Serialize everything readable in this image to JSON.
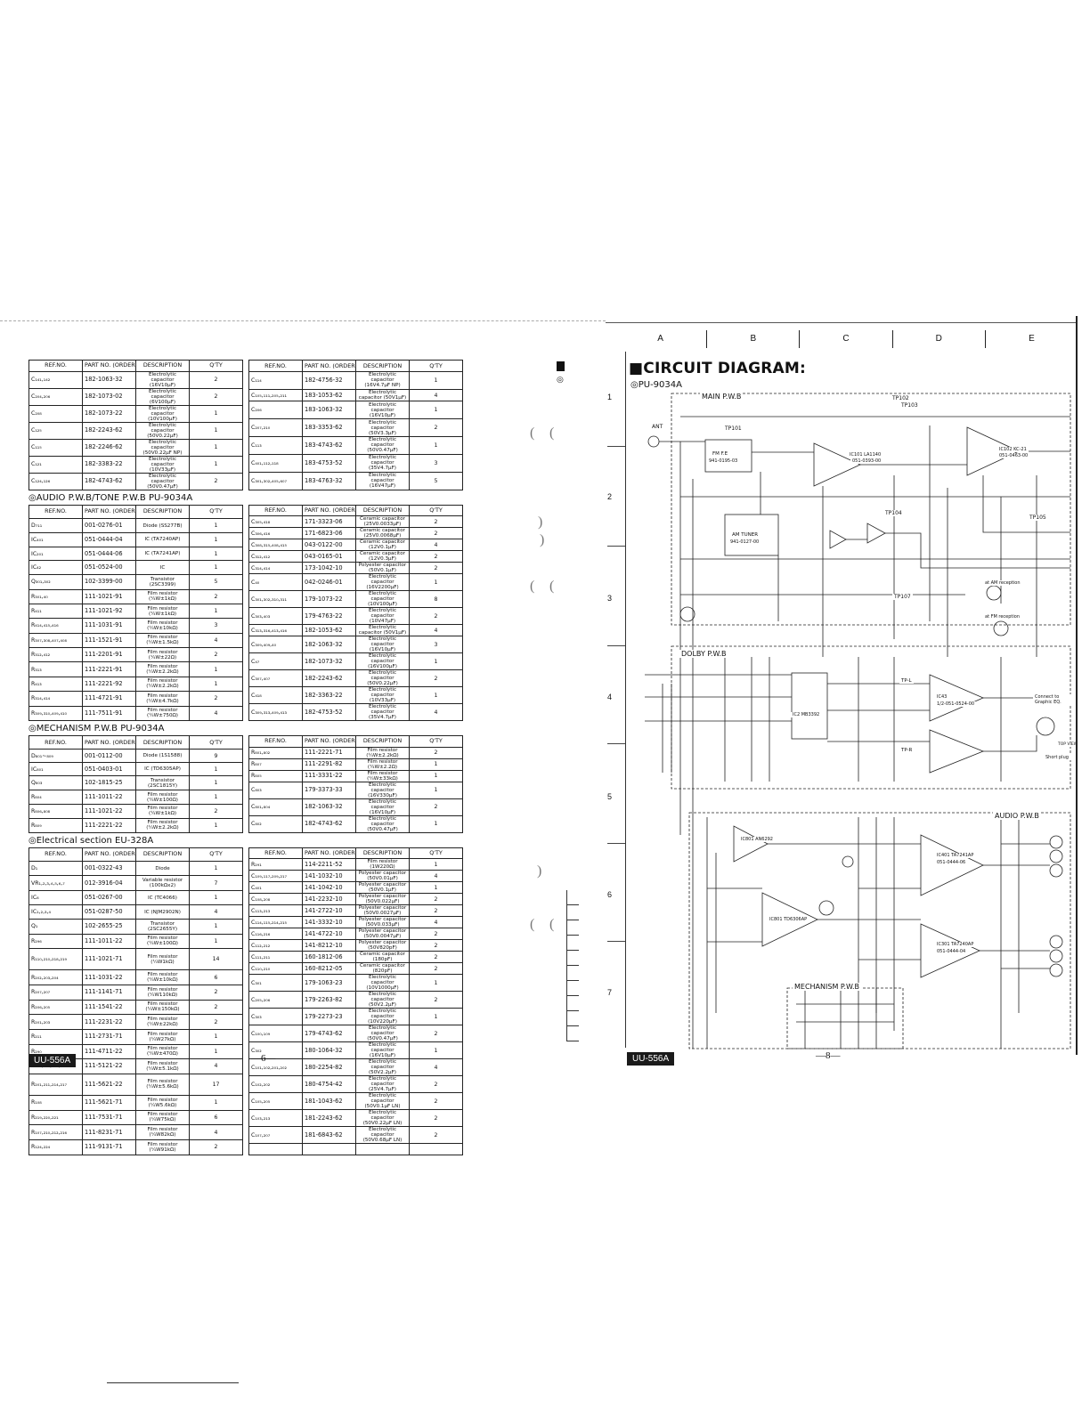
{
  "headers": [
    "REF.NO.",
    "PART NO. (ORDER NO.)",
    "DESCRIPTION",
    "Q'TY"
  ],
  "top_table": {
    "left": [
      {
        "ref": "C₁₄₁,₁₄₂",
        "part": "182-1063-32",
        "desc": "Electrolytic capacitor (16V10μF)",
        "qty": "2"
      },
      {
        "ref": "C₂₀₄,₂₀₆",
        "part": "182-1073-02",
        "desc": "Electrolytic capacitor (6V100μF)",
        "qty": "2"
      },
      {
        "ref": "C₂₀₈",
        "part": "182-1073-22",
        "desc": "Electrolytic capacitor (10V100μF)",
        "qty": "1"
      },
      {
        "ref": "C₁₂₅",
        "part": "182-2243-62",
        "desc": "Electrolytic capacitor (50V0.22μF)",
        "qty": "1"
      },
      {
        "ref": "C₁₁₅",
        "part": "182-2246-62",
        "desc": "Electrolytic capacitor (50V0.22μF NP)",
        "qty": "1"
      },
      {
        "ref": "C₁₂₁",
        "part": "182-3383-22",
        "desc": "Electrolytic capacitor (10V33μF)",
        "qty": "1"
      },
      {
        "ref": "C₁₂₄,₁₂₆",
        "part": "182-4743-62",
        "desc": "Electrolytic capacitor (50V0.47μF)",
        "qty": "2"
      }
    ],
    "right": [
      {
        "ref": "C₁₁₄",
        "part": "182-4756-32",
        "desc": "Electrolytic capacitor (16V4.7μF NP)",
        "qty": "1"
      },
      {
        "ref": "C₁₀₅,₁₁₁,₂₀₅,₂₁₁",
        "part": "183-1053-62",
        "desc": "Electrolytic capacitor (50V1μF)",
        "qty": "4"
      },
      {
        "ref": "C₂₀₆",
        "part": "183-1063-32",
        "desc": "Electrolytic capacitor (16V10μF)",
        "qty": "1"
      },
      {
        "ref": "C₂₀₇,₂₁₀",
        "part": "183-3353-62",
        "desc": "Electrolytic capacitor (50V3.3μF)",
        "qty": "2"
      },
      {
        "ref": "C₁₁₃",
        "part": "183-4743-62",
        "desc": "Electrolytic capacitor (50V0.47μF)",
        "qty": "1"
      },
      {
        "ref": "C₄₀₁,₁₁₂,₁₁₈",
        "part": "183-4753-52",
        "desc": "Electrolytic capacitor (35V4.7μF)",
        "qty": "3"
      },
      {
        "ref": "C₃₀₁,₃₀₂,₄₀₅,₆₀₇",
        "part": "183-4763-32",
        "desc": "Electrolytic capacitor (16V47μF)",
        "qty": "5"
      }
    ]
  },
  "sections": [
    {
      "title": "◎AUDIO P.W.B/TONE P.W.B PU-9034A",
      "left": [
        {
          "ref": "D₇₁₁",
          "part": "001-0276-01",
          "desc": "Diode (SS277B)",
          "qty": "1"
        },
        {
          "ref": "IC₄₀₁",
          "part": "051-0444-04",
          "desc": "IC (TA7240AP)",
          "qty": "1"
        },
        {
          "ref": "IC₂₀₁",
          "part": "051-0444-06",
          "desc": "IC (TA7241AP)",
          "qty": "1"
        },
        {
          "ref": "IC₄₂",
          "part": "051-0524-00",
          "desc": "IC",
          "qty": "1"
        },
        {
          "ref": "Q₃₀₁,₃₀₂",
          "part": "102-3399-00",
          "desc": "Transistor (2SC3399)",
          "qty": "5"
        },
        {
          "ref": "R₃₀₁,₄₀",
          "part": "111-1021-91",
          "desc": "Film resistor (¼W±1kΩ)",
          "qty": "2"
        },
        {
          "ref": "R₄₁₁",
          "part": "111-1021-92",
          "desc": "Film resistor (¼W±1kΩ)",
          "qty": "1"
        },
        {
          "ref": "R₄₁₄,₄₁₅,₄₁₆",
          "part": "111-1031-91",
          "desc": "Film resistor (¼W±10kΩ)",
          "qty": "3"
        },
        {
          "ref": "R₃₀₇,₃₀₈,₄₀₇,₄₀₈",
          "part": "111-1521-91",
          "desc": "Film resistor (¼W±1.5kΩ)",
          "qty": "4"
        },
        {
          "ref": "R₃₁₂,₄₁₂",
          "part": "111-2201-91",
          "desc": "Film resistor (¼W±22Ω)",
          "qty": "2"
        },
        {
          "ref": "R₃₁₃",
          "part": "111-2221-91",
          "desc": "Film resistor (¼W±2.2kΩ)",
          "qty": "1"
        },
        {
          "ref": "R₄₁₃",
          "part": "111-2221-92",
          "desc": "Film resistor (¼W±2.2kΩ)",
          "qty": "1"
        },
        {
          "ref": "R₃₁₄,₄₁₄",
          "part": "111-4721-91",
          "desc": "Film resistor (¼W±4.7kΩ)",
          "qty": "2"
        },
        {
          "ref": "R₃₀₉,₃₁₀,₄₀₉,₄₁₀",
          "part": "111-7511-91",
          "desc": "Film resistor (¼W±750Ω)",
          "qty": "4"
        }
      ],
      "right": [
        {
          "ref": "C₃₀₅,₄₁₈",
          "part": "171-3323-06",
          "desc": "Ceramic capacitor (25V0.0033μF)",
          "qty": "2"
        },
        {
          "ref": "C₃₀₆,₄₁₆",
          "part": "171-6823-06",
          "desc": "Ceramic capacitor (25V0.0068μF)",
          "qty": "2"
        },
        {
          "ref": "C₃₀₈,₃₁₅,₄₀₈,₄₁₅",
          "part": "043-0122-00",
          "desc": "Ceramic capacitor (12V0.1μF)",
          "qty": "4"
        },
        {
          "ref": "C₃₁₂,₄₁₂",
          "part": "043-0165-01",
          "desc": "Ceramic capacitor (12V0.3μF)",
          "qty": "2"
        },
        {
          "ref": "C₃₁₄,₄₁₄",
          "part": "173-1042-10",
          "desc": "Polyester capacitor (50V0.1μF)",
          "qty": "2"
        },
        {
          "ref": "C₄₀",
          "part": "042-0246-01",
          "desc": "Electrolytic capacitor (16V2200μF)",
          "qty": "1"
        },
        {
          "ref": "C₃₀₁,₃₀₂,₃₁₀,₃₁₁",
          "part": "179-1073-22",
          "desc": "Electrolytic capacitor (10V100μF)",
          "qty": "8"
        },
        {
          "ref": "C₃₀₃,₄₀₃",
          "part": "179-4763-22",
          "desc": "Electrolytic capacitor (10V47μF)",
          "qty": "2"
        },
        {
          "ref": "C₃₁₃,₃₁₆,₄₁₃,₄₁₆",
          "part": "182-1053-62",
          "desc": "Electrolytic capacitor (50V1μF)",
          "qty": "4"
        },
        {
          "ref": "C₃₀₉,₄₀₉,₄₀",
          "part": "182-1063-32",
          "desc": "Electrolytic capacitor (16V10μF)",
          "qty": "3"
        },
        {
          "ref": "C₄₇",
          "part": "182-1073-32",
          "desc": "Electrolytic capacitor (16V100μF)",
          "qty": "1"
        },
        {
          "ref": "C₃₀₇,₄₀₇",
          "part": "182-2243-62",
          "desc": "Electrolytic capacitor (50V0.22μF)",
          "qty": "2"
        },
        {
          "ref": "C₄₁₈",
          "part": "182-3363-22",
          "desc": "Electrolytic capacitor (10V33μF)",
          "qty": "1"
        },
        {
          "ref": "C₃₀₉,₃₁₃,₄₀₉,₄₁₃",
          "part": "182-4753-52",
          "desc": "Electrolytic capacitor (35V4.7μF)",
          "qty": "4"
        }
      ]
    },
    {
      "title": "◎MECHANISM P.W.B PU-9034A",
      "left": [
        {
          "ref": "D₈₀₁~₈₀₉",
          "part": "001-0112-00",
          "desc": "Diode (1S1588)",
          "qty": "9"
        },
        {
          "ref": "IC₈₀₁",
          "part": "051-0403-01",
          "desc": "IC (TD6305AP)",
          "qty": "1"
        },
        {
          "ref": "Q₈₀₃",
          "part": "102-1815-25",
          "desc": "Transistor (2SC1815Y)",
          "qty": "1"
        },
        {
          "ref": "R₈₀₄",
          "part": "111-1011-22",
          "desc": "Film resistor (¼W±100Ω)",
          "qty": "1"
        },
        {
          "ref": "R₈₀₆,₈₀₈",
          "part": "111-1021-22",
          "desc": "Film resistor (¼W±1kΩ)",
          "qty": "2"
        },
        {
          "ref": "R₈₀₉",
          "part": "111-2221-22",
          "desc": "Film resistor (¼W±2.2kΩ)",
          "qty": "1"
        }
      ],
      "right": [
        {
          "ref": "R₈₀₁,₈₀₂",
          "part": "111-2221-71",
          "desc": "Film resistor (¼W±2.2kΩ)",
          "qty": "2"
        },
        {
          "ref": "R₈₀₇",
          "part": "111-2291-82",
          "desc": "Film resistor (¼W±2.2Ω)",
          "qty": "1"
        },
        {
          "ref": "R₈₀₅",
          "part": "111-3331-22",
          "desc": "Film resistor (¼W±33kΩ)",
          "qty": "1"
        },
        {
          "ref": "C₈₀₃",
          "part": "179-3373-33",
          "desc": "Electrolytic capacitor (16V330μF)",
          "qty": "1"
        },
        {
          "ref": "C₈₀₁,₈₀₄",
          "part": "182-1063-32",
          "desc": "Electrolytic capacitor (16V10μF)",
          "qty": "2"
        },
        {
          "ref": "C₈₀₂",
          "part": "182-4743-62",
          "desc": "Electrolytic capacitor (50V0.47μF)",
          "qty": "1"
        }
      ]
    },
    {
      "title": "◎Electrical section  EU-328A",
      "left": [
        {
          "ref": "D₁",
          "part": "001-0322-43",
          "desc": "Diode",
          "qty": "1"
        },
        {
          "ref": "VR₁,₂,₃,₄,₅,₆,₇",
          "part": "012-3916-04",
          "desc": "Variable resistor (100kΩx2)",
          "qty": "7"
        },
        {
          "ref": "IC₆",
          "part": "051-0267-00",
          "desc": "IC (TC4066)",
          "qty": "1"
        },
        {
          "ref": "IC₁,₂,₃,₄",
          "part": "051-0287-50",
          "desc": "IC (NJM2902N)",
          "qty": "4"
        },
        {
          "ref": "Q₁",
          "part": "102-2655-25",
          "desc": "Transistor (2SC2655Y)",
          "qty": "1"
        },
        {
          "ref": "R₂₉₆",
          "part": "111-1011-22",
          "desc": "Film resistor (¼W±100Ω)",
          "qty": "1"
        },
        {
          "ref": "R₁₁₀,₂₁₀,₂₁₈,₂₁₉",
          "part": "111-1021-71",
          "desc": "Film resistor (¼W1kΩ)",
          "qty": "14",
          "tall": true
        },
        {
          "ref": "R₂₀₂,₂₀₃,₂₀₄",
          "part": "111-1031-22",
          "desc": "Film resistor (¼W±10kΩ)",
          "qty": "6"
        },
        {
          "ref": "R₂₀₇,₂₀₇",
          "part": "111-1141-71",
          "desc": "Film resistor (¼W110kΩ)",
          "qty": "2"
        },
        {
          "ref": "R₂₀₆,₂₀₅",
          "part": "111-1541-22",
          "desc": "Film resistor (¼W±150kΩ)",
          "qty": "2"
        },
        {
          "ref": "R₂₀₁,₂₀₃",
          "part": "111-2231-22",
          "desc": "Film resistor (¼W±22kΩ)",
          "qty": "2"
        },
        {
          "ref": "R₂₁₁",
          "part": "111-2731-71",
          "desc": "Film resistor (¼W27kΩ)",
          "qty": "1"
        },
        {
          "ref": "R₂₉₀",
          "part": "111-4711-22",
          "desc": "Film resistor (¼W±470Ω)",
          "qty": "1"
        },
        {
          "ref": "R₁₃₀,₂₀₆,₃₀₈,₃₀₉",
          "part": "111-5121-22",
          "desc": "Film resistor (¼W±5.1kΩ)",
          "qty": "4"
        },
        {
          "ref": "R₂₀₁,₂₁₁,₂₁₄,₂₁₇",
          "part": "111-5621-22",
          "desc": "Film resistor (¼W±5.6kΩ)",
          "qty": "17",
          "tall": true
        },
        {
          "ref": "R₁₀₈",
          "part": "111-5621-71",
          "desc": "Film resistor (¼W5.6kΩ)",
          "qty": "1"
        },
        {
          "ref": "R₂₁₉,₂₂₀,₂₂₁",
          "part": "111-7531-71",
          "desc": "Film resistor (¼W75kΩ)",
          "qty": "6"
        },
        {
          "ref": "R₁₀₇,₂₁₀,₂₁₂,₂₁₆",
          "part": "111-8231-71",
          "desc": "Film resistor (¼W82kΩ)",
          "qty": "4"
        },
        {
          "ref": "R₁₂₄,₂₂₄",
          "part": "111-9131-71",
          "desc": "Film resistor (¼W91kΩ)",
          "qty": "2"
        }
      ],
      "right": [
        {
          "ref": "R₂₉₁",
          "part": "114-2211-52",
          "desc": "Film resistor (1W220Ω)",
          "qty": "1"
        },
        {
          "ref": "C₁₀₉,₁₁₇,₂₀₉,₂₁₇",
          "part": "141-1032-10",
          "desc": "Polyester capacitor (50V0.01μF)",
          "qty": "4"
        },
        {
          "ref": "C₄₀₁",
          "part": "141-1042-10",
          "desc": "Polyester capacitor (50V0.1μF)",
          "qty": "1"
        },
        {
          "ref": "C₁₀₈,₂₀₈",
          "part": "141-2232-10",
          "desc": "Polyester capacitor (50V0.022μF)",
          "qty": "2"
        },
        {
          "ref": "C₁₁₃,₂₁₃",
          "part": "141-2722-10",
          "desc": "Polyester capacitor (50V0.0027μF)",
          "qty": "2"
        },
        {
          "ref": "C₁₁₄,₁₁₅,₂₁₄,₂₁₅",
          "part": "141-3332-10",
          "desc": "Polyester capacitor (50V0.033μF)",
          "qty": "4"
        },
        {
          "ref": "C₁₁₆,₂₁₆",
          "part": "141-4722-10",
          "desc": "Polyester capacitor (50V0.0047μF)",
          "qty": "2"
        },
        {
          "ref": "C₁₁₂,₂₁₂",
          "part": "141-8212-10",
          "desc": "Polyester capacitor (50V820pF)",
          "qty": "2"
        },
        {
          "ref": "C₁₁₁,₂₁₁",
          "part": "160-1812-06",
          "desc": "Ceramic capacitor (180pF)",
          "qty": "2"
        },
        {
          "ref": "C₁₁₀,₂₁₀",
          "part": "160-8212-05",
          "desc": "Ceramic capacitor (820pF)",
          "qty": "2"
        },
        {
          "ref": "C₃₀₁",
          "part": "179-1063-23",
          "desc": "Electrolytic capacitor (10V1000μF)",
          "qty": "1"
        },
        {
          "ref": "C₂₀₅,₂₀₆",
          "part": "179-2263-82",
          "desc": "Electrolytic capacitor (50V2.2μF)",
          "qty": "2"
        },
        {
          "ref": "C₃₀₃",
          "part": "179-2273-23",
          "desc": "Electrolytic capacitor (10V220μF)",
          "qty": "1"
        },
        {
          "ref": "C₁₀₀,₁₀₉",
          "part": "179-4743-62",
          "desc": "Electrolytic capacitor (50V0.47μF)",
          "qty": "2"
        },
        {
          "ref": "C₃₀₂",
          "part": "180-1064-32",
          "desc": "Electrolytic capacitor (16V10μF)",
          "qty": "1"
        },
        {
          "ref": "C₁₀₁,₁₀₂,₂₀₁,₂₀₂",
          "part": "180-2254-82",
          "desc": "Electrolytic capacitor (50V2.2μF)",
          "qty": "4"
        },
        {
          "ref": "C₁₀₂,₂₀₂",
          "part": "180-4754-42",
          "desc": "Electrolytic capacitor (25V4.7μF)",
          "qty": "2"
        },
        {
          "ref": "C₁₀₅,₂₀₅",
          "part": "181-1043-62",
          "desc": "Electrolytic capacitor (50V0.1μF LN)",
          "qty": "2"
        },
        {
          "ref": "C₁₀₃,₂₁₃",
          "part": "181-2243-62",
          "desc": "Electrolytic capacitor (50V0.22μF LN)",
          "qty": "2"
        },
        {
          "ref": "C₁₀₇,₂₀₇",
          "part": "181-6843-62",
          "desc": "Electrolytic capacitor (50V0.68μF LN)",
          "qty": "2"
        },
        {
          "ref": "",
          "part": "",
          "desc": "",
          "qty": ""
        }
      ]
    }
  ],
  "footer": {
    "left_model": "UU-556A",
    "left_page": "—6—",
    "right_model": "UU-556A",
    "right_page": "—8—"
  },
  "diagram": {
    "title": "■CIRCUIT DIAGRAM:",
    "subtitle": "◎PU-9034A",
    "columns": [
      "A",
      "B",
      "C",
      "D",
      "E"
    ],
    "rows": [
      "1",
      "2",
      "3",
      "4",
      "5",
      "6",
      "7"
    ],
    "blocks": {
      "main": "MAIN P.W.B",
      "dolby": "DOLBY P.W.B",
      "audio": "AUDIO P.W.B",
      "mechanism": "MECHANISM P.W.B"
    },
    "labels": {
      "ant": "ANT",
      "tp101": "TP101",
      "tp102": "TP102",
      "tp103": "TP103",
      "tp104": "TP104",
      "tp105": "TP105",
      "tp107": "TP107",
      "fm_fe": "FM F.E",
      "fm_fe_part": "941-0195-03",
      "am_tuner": "AM TUNER",
      "am_tuner_part": "941-0127-00",
      "ic101": "IC101 LA1140",
      "ic101_part": "051-0393-00",
      "ic102": "IC102 KC-21",
      "ic102_part": "051-0463-00",
      "ic2": "IC2 MB3392",
      "ic43": "IC43",
      "ic43_part": "1/2-051-0524-00",
      "ic801": "IC801 AN6292",
      "ic801b": "IC801 TD6306AP",
      "ic401": "IC401 TA7241AP",
      "ic401_part": "051-0444-06",
      "ic301": "IC301 TA7240AP",
      "ic301_part": "051-0444-04",
      "connect": "Connect to Graphic EQ.",
      "short_plug": "Short plug",
      "top_view": "TOP VIEW",
      "tpl": "TP-L",
      "tpr": "TP-R",
      "am_rf": "at AM reception",
      "fm_rf": "at FM reception"
    }
  }
}
